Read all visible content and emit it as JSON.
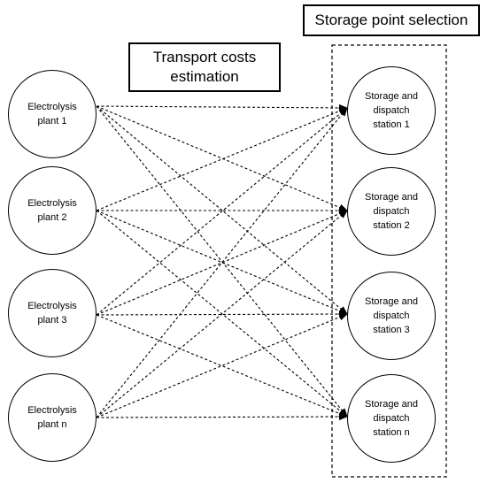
{
  "titles": {
    "storage_selection": "Storage point selection",
    "transport_costs": "Transport costs estimation"
  },
  "plants": [
    {
      "label": "Electrolysis plant 1"
    },
    {
      "label": "Electrolysis plant 2"
    },
    {
      "label": "Electrolysis plant 3"
    },
    {
      "label": "Electrolysis plant n"
    }
  ],
  "stations": [
    {
      "label": "Storage and dispatch station 1"
    },
    {
      "label": "Storage and dispatch station 2"
    },
    {
      "label": "Storage and dispatch station 3"
    },
    {
      "label": "Storage and dispatch station n"
    }
  ],
  "connections": "all-to-all",
  "colors": {
    "stroke": "#000000",
    "background": "#ffffff"
  }
}
